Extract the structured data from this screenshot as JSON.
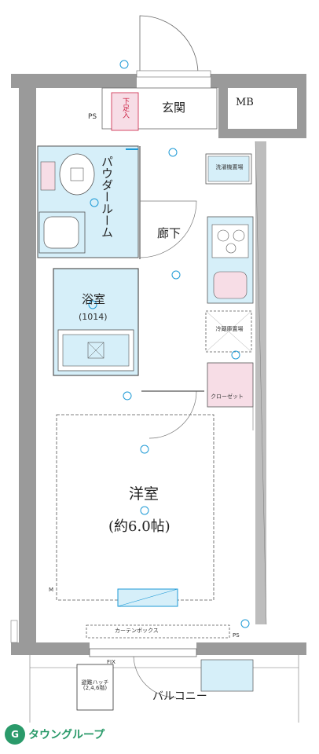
{
  "rooms": {
    "entrance": "玄関",
    "under_shoe": "下足入",
    "ps_top": "PS",
    "mb": "MB",
    "powder_room": "パウダールーム",
    "washer": "洗濯機置場",
    "hallway": "廊下",
    "bath": "浴室",
    "bath_size": "(1014)",
    "fridge": "冷蔵庫置場",
    "closet": "クローゼット",
    "western": "洋室",
    "western_size": "(約6.0帖)",
    "m_mark": "M",
    "curtain_box": "カーテンボックス",
    "ps_bottom": "PS",
    "fix": "FIX",
    "hatch": "避難ハッチ(2,4,6階)",
    "balcony": "バルコニー"
  },
  "logo": {
    "mark": "G",
    "text": "タウングループ"
  },
  "colors": {
    "wall": "#9a9a9a",
    "line": "#555555",
    "wet_area": "#d6eff9",
    "pink": "#f7dde6",
    "accent": "#1e9ad6",
    "brand": "#2a9a6a"
  }
}
